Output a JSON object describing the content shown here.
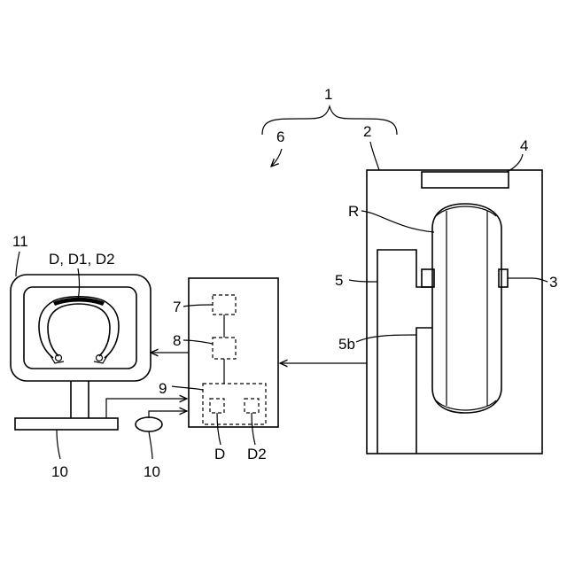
{
  "labels": {
    "system": "1",
    "apparatus": "2",
    "shaft": "3",
    "top_part": "4",
    "holder": "5",
    "holder_sub": "5b",
    "curly": "6",
    "block_7": "7",
    "block_8": "8",
    "block_9": "9",
    "input_device_keyboard": "10",
    "input_device_mouse": "10",
    "monitor": "11",
    "monitor_data": "D, D1, D2",
    "tire": "R",
    "sub_d": "D",
    "sub_d2": "D2"
  }
}
